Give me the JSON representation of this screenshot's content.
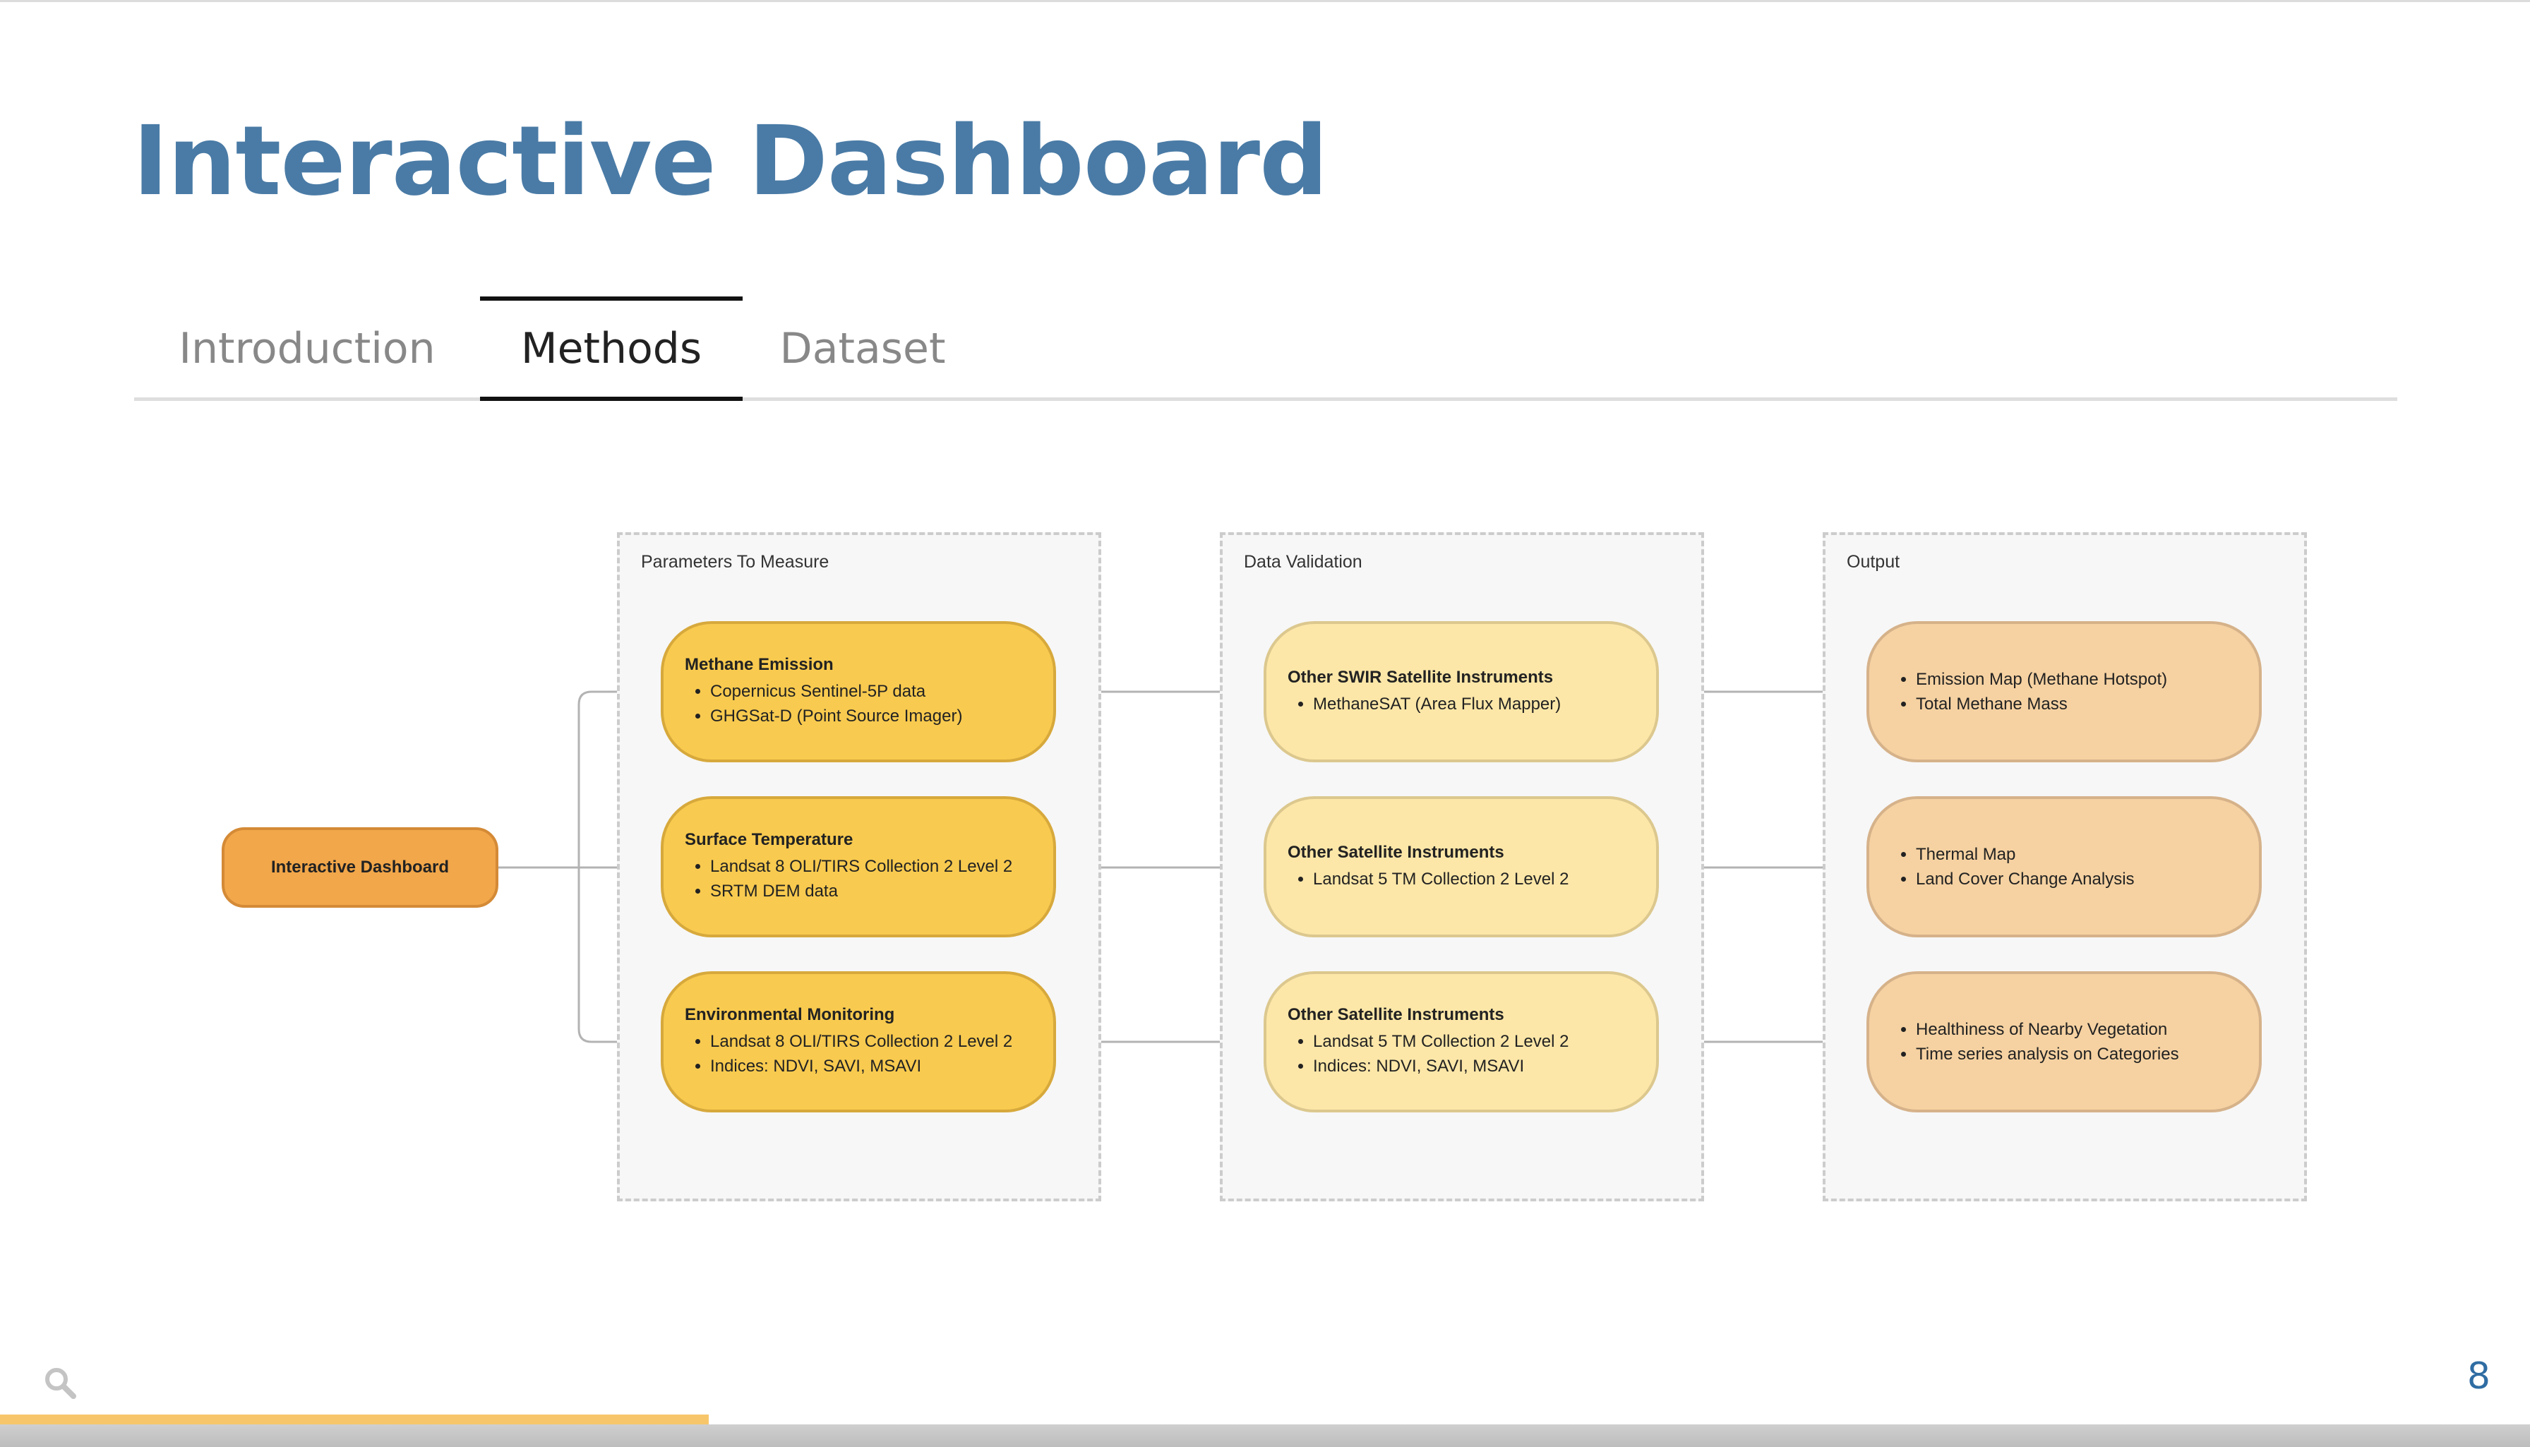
{
  "title": "Interactive Dashboard",
  "tabs": [
    {
      "label": "Introduction",
      "active": false
    },
    {
      "label": "Methods",
      "active": true
    },
    {
      "label": "Dataset",
      "active": false
    }
  ],
  "diagram": {
    "start": {
      "label": "Interactive Dashboard"
    },
    "groups": [
      {
        "label": "Parameters To Measure",
        "nodes": [
          {
            "title": "Methane Emission",
            "items": [
              "Copernicus Sentinel-5P data",
              "GHGSat-D (Point Source Imager)"
            ]
          },
          {
            "title": "Surface Temperature",
            "items": [
              "Landsat 8 OLI/TIRS Collection 2 Level 2",
              "SRTM DEM data"
            ]
          },
          {
            "title": "Environmental Monitoring",
            "items": [
              "Landsat 8 OLI/TIRS Collection 2 Level 2",
              "Indices: NDVI, SAVI, MSAVI"
            ]
          }
        ]
      },
      {
        "label": "Data Validation",
        "nodes": [
          {
            "title": "Other SWIR Satellite Instruments",
            "items": [
              "MethaneSAT (Area Flux Mapper)"
            ]
          },
          {
            "title": "Other Satellite Instruments",
            "items": [
              "Landsat 5 TM  Collection 2 Level 2"
            ]
          },
          {
            "title": "Other Satellite Instruments",
            "items": [
              "Landsat 5 TM  Collection 2 Level 2",
              "Indices: NDVI, SAVI, MSAVI"
            ]
          }
        ]
      },
      {
        "label": "Output",
        "nodes": [
          {
            "title": "",
            "items": [
              "Emission Map (Methane Hotspot)",
              "Total Methane Mass"
            ]
          },
          {
            "title": "",
            "items": [
              "Thermal Map",
              "Land Cover Change Analysis"
            ]
          },
          {
            "title": "",
            "items": [
              "Healthiness of Nearby Vegetation",
              "Time series analysis on Categories"
            ]
          }
        ]
      }
    ]
  },
  "footer": {
    "search_icon": "search-icon",
    "progress_fraction": 0.28,
    "page_number": "8"
  },
  "colors": {
    "title": "#4a7ba6",
    "start_node": "#f2a74a",
    "parameter_node": "#f8ca4f",
    "validation_node": "#fde7a8",
    "output_node": "#f6d2a2",
    "progress": "#f7c66b",
    "page_number": "#2f6da3"
  }
}
